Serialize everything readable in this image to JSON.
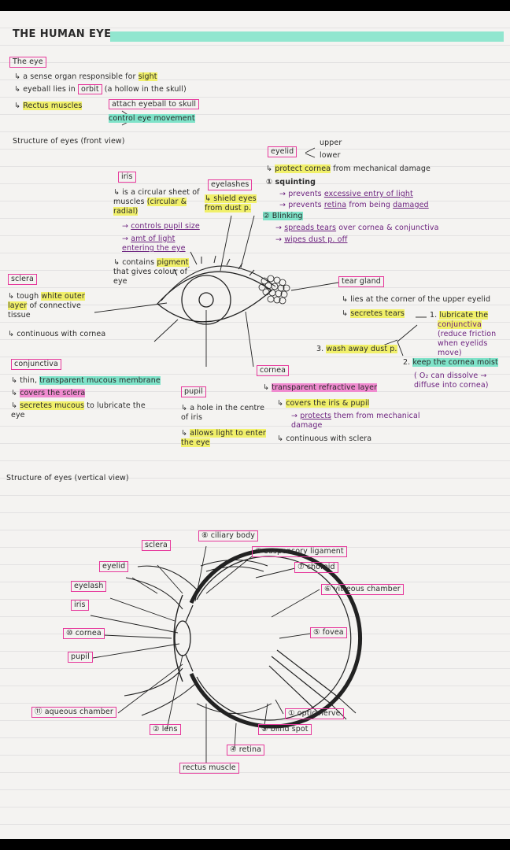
{
  "title": "THE HUMAN EYE",
  "intro": {
    "heading": "The eye",
    "l1a": "a sense organ responsible for ",
    "l1b": "sight",
    "l2a": "eyeball lies in ",
    "l2b": "orbit",
    "l2c": " (a hollow in the skull)",
    "l3a": "Rectus muscles",
    "l3b": "attach eyeball to skull",
    "l3c": "control eye movement"
  },
  "front": {
    "heading": "Structure of eyes (front view)",
    "eyelid": {
      "label": "eyelid",
      "upper": "upper",
      "lower": "lower",
      "n1a": "protect cornea",
      "n1b": " from mechanical damage",
      "squint": "① squinting",
      "s1a": "prevents ",
      "s1b": "excessive entry of light",
      "s2a": "prevents ",
      "s2b": "retina",
      "s2c": " from being ",
      "s2d": "damaged",
      "blink": "② Blinking",
      "b1a": "spreads tears",
      "b1b": " over cornea & conjunctiva",
      "b2": "wipes dust p. off"
    },
    "iris": {
      "label": "iris",
      "n1a": "is a circular sheet of muscles ",
      "n1b": "(circular & radial)",
      "n2": "controls pupil size",
      "n3": "amt of light entering the eye",
      "n4a": "contains ",
      "n4b": "pigment",
      "n4c": "that gives colour of eye"
    },
    "eyelashes": {
      "label": "eyelashes",
      "note": "shield eyes from dust p."
    },
    "sclera": {
      "label": "sclera",
      "n1a": "tough ",
      "n1b": "white outer layer",
      "n1c": " of connective tissue",
      "n2": "continuous with cornea"
    },
    "tear": {
      "label": "tear gland",
      "n1": "lies at the corner of the upper eyelid",
      "n2": "secretes tears",
      "f1a": "1. ",
      "f1b": "lubricate the",
      "f1c": "conjunctiva",
      "f1d": "(reduce friction when eyelids move)",
      "f2a": "2. ",
      "f2b": "keep the cornea moist",
      "f2c": "( O₂ can dissolve → diffuse into cornea)",
      "f3a": "3. ",
      "f3b": "wash away dust p."
    },
    "conj": {
      "label": "conjunctiva",
      "n1a": "thin, ",
      "n1b": "transparent mucous membrane",
      "n2": "covers the sclera",
      "n3a": "secretes mucous",
      "n3b": " to lubricate the eye"
    },
    "pupil": {
      "label": "pupil",
      "n1": "a hole in the centre of iris",
      "n2": "allows light to enter the eye"
    },
    "cornea": {
      "label": "cornea",
      "n1": "transparent refractive layer",
      "n2": "covers the iris & pupil",
      "n3a": "protects",
      "n3b": " them from mechanical damage",
      "n4": "continuous with sclera"
    }
  },
  "vertical": {
    "heading": "Structure of eyes (vertical view)",
    "ciliary": "⑧ ciliary body",
    "sclera": "sclera",
    "suspensory": "⑨ suspensory ligament",
    "choroid": "⑦ choroid",
    "eyelid": "eyelid",
    "vitreous": "⑥ vitreous chamber",
    "eyelash": "eyelash",
    "iris": "iris",
    "cornea": "⑩ cornea",
    "fovea": "⑤ fovea",
    "pupil": "pupil",
    "aqueous": "⑪ aqueous chamber",
    "optic": "① optic nerve",
    "lens": "② lens",
    "blind": "③ blind spot",
    "retina": "④ retina",
    "rectus": "rectus muscle"
  },
  "colors": {
    "highlight_yellow": "#f1f06a",
    "highlight_green": "#7fe3c9",
    "highlight_pink": "#f08bd0",
    "box_pink": "#e6389b",
    "ink_purple": "#6a1f7d"
  }
}
